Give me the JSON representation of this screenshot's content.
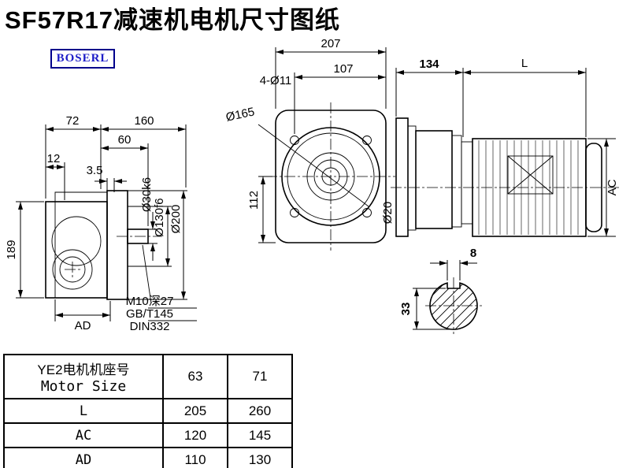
{
  "page": {
    "title": "SF57R17减速机电机尺寸图纸",
    "logo": "BOSERL"
  },
  "colors": {
    "line": "#000000",
    "logo_text": "#1d1dc8",
    "logo_border": "#00008b"
  },
  "left_view": {
    "dim_189": "189",
    "dim_72": "72",
    "dim_160": "160",
    "dim_60": "60",
    "dim_12": "12",
    "dim_3_5": "3.5",
    "dim_ad": "AD",
    "shaft_dia": "Ø30k6",
    "spigot_dia": "Ø130f6",
    "flange_dia": "Ø200",
    "note_line1": "M10深27",
    "note_line2": "GB/T145",
    "note_line3": "DIN332"
  },
  "front_view": {
    "dim_207": "207",
    "dim_107": "107",
    "bolt_holes": "4-Ø11",
    "bolt_circle": "Ø165",
    "dim_112": "112"
  },
  "side_view": {
    "dim_134": "134",
    "dim_l": "L",
    "dim_ac": "AC",
    "dim_shaft": "Ø20"
  },
  "shaft_section": {
    "dim_8": "8",
    "dim_33": "33"
  },
  "table": {
    "header_cn": "YE2电机机座号",
    "header_en": "Motor Size",
    "frame_sizes": [
      "63",
      "71"
    ],
    "rows": [
      {
        "label": "L",
        "values": [
          "205",
          "260"
        ]
      },
      {
        "label": "AC",
        "values": [
          "120",
          "145"
        ]
      },
      {
        "label": "AD",
        "values": [
          "110",
          "130"
        ]
      }
    ]
  }
}
